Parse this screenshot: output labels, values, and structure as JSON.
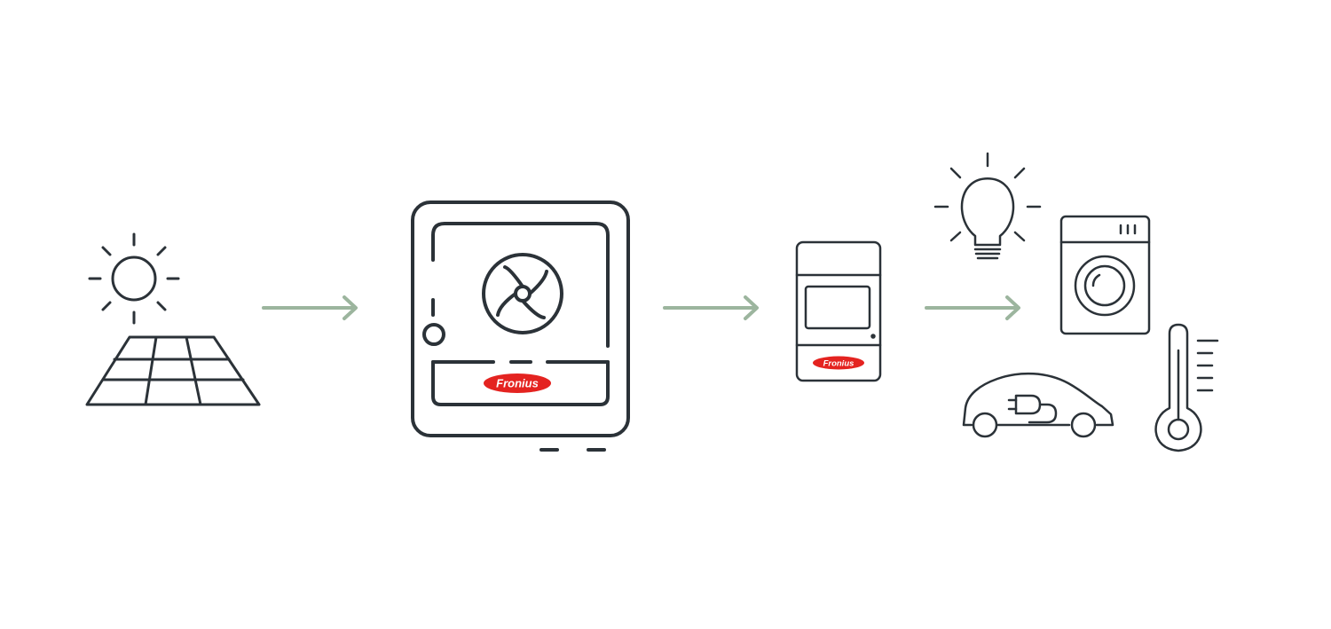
{
  "diagram": {
    "nodes": [
      {
        "id": "solar",
        "icon": "solar-panel-with-sun-icon"
      },
      {
        "id": "inverter",
        "icon": "fronius-inverter-icon",
        "logo_text": "Fronius"
      },
      {
        "id": "meter",
        "icon": "smart-meter-icon",
        "logo_text": "Fronius"
      },
      {
        "id": "consumers",
        "icons": [
          "light-bulb-icon",
          "washing-machine-icon",
          "electric-car-icon",
          "thermometer-icon"
        ]
      }
    ],
    "edges": [
      {
        "from": "solar",
        "to": "inverter"
      },
      {
        "from": "inverter",
        "to": "meter"
      },
      {
        "from": "meter",
        "to": "consumers"
      }
    ]
  },
  "colors": {
    "line": "#2b3238",
    "arrow": "#9cb59e",
    "logo_red": "#e42320",
    "logo_text": "#ffffff",
    "background": "#ffffff"
  }
}
